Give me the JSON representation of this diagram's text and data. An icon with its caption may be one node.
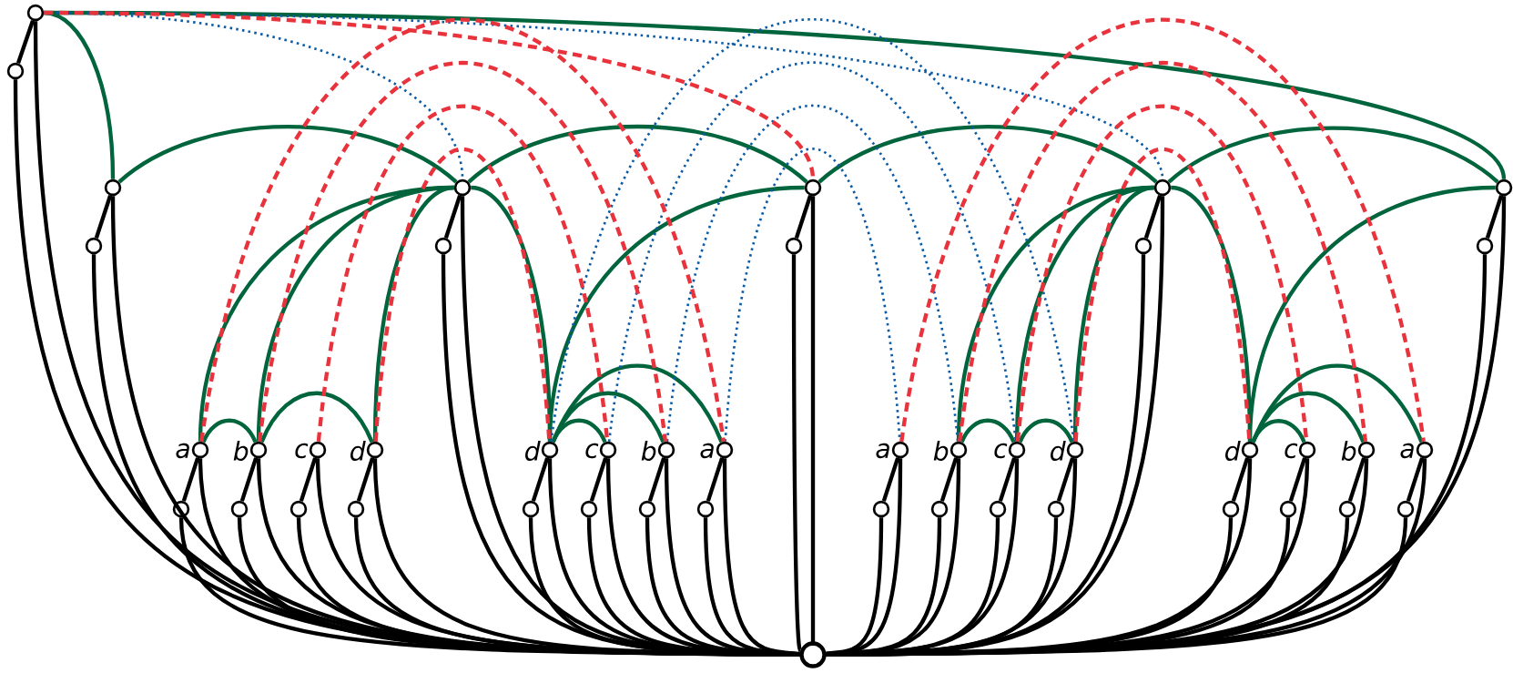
{
  "diagram": {
    "nodes": [
      {
        "text": [],
        "shape": "circle"
      },
      {
        "text": [],
        "shape": "circle"
      },
      {
        "text": [],
        "shape": "circle"
      },
      {
        "text": [],
        "shape": "circle"
      },
      {
        "text": [],
        "shape": "circle"
      },
      {
        "text": [],
        "shape": "circle"
      },
      {
        "text": [],
        "shape": "circle"
      },
      {
        "text": [],
        "shape": "circle"
      },
      {
        "text": [],
        "shape": "circle"
      },
      {
        "text": [],
        "shape": "circle"
      },
      {
        "text": [],
        "shape": "circle"
      },
      {
        "text": [],
        "shape": "circle"
      },
      {
        "text": [],
        "shape": "circle",
        "beside": [
          "a"
        ]
      },
      {
        "text": [],
        "shape": "circle",
        "beside": [
          "b"
        ]
      },
      {
        "text": [],
        "shape": "circle",
        "beside": [
          "c"
        ]
      },
      {
        "text": [],
        "shape": "circle",
        "beside": [
          "d"
        ]
      },
      {
        "text": [],
        "shape": "circle",
        "beside": [
          "d"
        ]
      },
      {
        "text": [],
        "shape": "circle",
        "beside": [
          "c"
        ]
      },
      {
        "text": [],
        "shape": "circle",
        "beside": [
          "b"
        ]
      },
      {
        "text": [],
        "shape": "circle",
        "beside": [
          "a"
        ]
      },
      {
        "text": [],
        "shape": "circle",
        "beside": [
          "a"
        ]
      },
      {
        "text": [],
        "shape": "circle",
        "beside": [
          "b"
        ]
      },
      {
        "text": [],
        "shape": "circle",
        "beside": [
          "c"
        ]
      },
      {
        "text": [],
        "shape": "circle",
        "beside": [
          "d"
        ]
      },
      {
        "text": [],
        "shape": "circle",
        "beside": [
          "d"
        ]
      },
      {
        "text": [],
        "shape": "circle",
        "beside": [
          "c"
        ]
      },
      {
        "text": [],
        "shape": "circle",
        "beside": [
          "b"
        ]
      },
      {
        "text": [],
        "shape": "circle",
        "beside": [
          "a"
        ]
      },
      {
        "text": [],
        "shape": "circle"
      },
      {
        "text": [],
        "shape": "circle"
      },
      {
        "text": [],
        "shape": "circle"
      },
      {
        "text": [],
        "shape": "circle"
      },
      {
        "text": [],
        "shape": "circle"
      },
      {
        "text": [],
        "shape": "circle"
      },
      {
        "text": [],
        "shape": "circle"
      },
      {
        "text": [],
        "shape": "circle"
      },
      {
        "text": [],
        "shape": "circle"
      },
      {
        "text": [],
        "shape": "circle"
      },
      {
        "text": [],
        "shape": "circle"
      },
      {
        "text": [],
        "shape": "circle"
      },
      {
        "text": [],
        "shape": "circle"
      },
      {
        "text": [],
        "shape": "circle"
      },
      {
        "text": [],
        "shape": "circle"
      },
      {
        "text": [],
        "shape": "circle"
      },
      {
        "text": [],
        "shape": "circle"
      }
    ],
    "edges": [
      {
        "from": 0,
        "to": 1,
        "arrow": "none"
      },
      {
        "from": 2,
        "to": 3,
        "arrow": "none"
      },
      {
        "from": 4,
        "to": 5,
        "arrow": "none"
      },
      {
        "from": 6,
        "to": 7,
        "arrow": "none"
      },
      {
        "from": 8,
        "to": 9,
        "arrow": "none"
      },
      {
        "from": 10,
        "to": 11,
        "arrow": "none"
      },
      {
        "from": 12,
        "to": 28,
        "arrow": "none"
      },
      {
        "from": 13,
        "to": 29,
        "arrow": "none"
      },
      {
        "from": 14,
        "to": 30,
        "arrow": "none"
      },
      {
        "from": 15,
        "to": 31,
        "arrow": "none"
      },
      {
        "from": 16,
        "to": 32,
        "arrow": "none"
      },
      {
        "from": 17,
        "to": 33,
        "arrow": "none"
      },
      {
        "from": 18,
        "to": 34,
        "arrow": "none"
      },
      {
        "from": 19,
        "to": 35,
        "arrow": "none"
      },
      {
        "from": 20,
        "to": 36,
        "arrow": "none"
      },
      {
        "from": 21,
        "to": 37,
        "arrow": "none"
      },
      {
        "from": 22,
        "to": 38,
        "arrow": "none"
      },
      {
        "from": 23,
        "to": 39,
        "arrow": "none"
      },
      {
        "from": 24,
        "to": 40,
        "arrow": "none"
      },
      {
        "from": 25,
        "to": 41,
        "arrow": "none"
      },
      {
        "from": 26,
        "to": 42,
        "arrow": "none"
      },
      {
        "from": 27,
        "to": 43,
        "arrow": "none"
      },
      {
        "from": 0,
        "to": 44,
        "arrow": "none"
      },
      {
        "from": 1,
        "to": 44,
        "arrow": "none"
      },
      {
        "from": 2,
        "to": 44,
        "arrow": "none"
      },
      {
        "from": 3,
        "to": 44,
        "arrow": "none"
      },
      {
        "from": 4,
        "to": 44,
        "arrow": "none"
      },
      {
        "from": 5,
        "to": 44,
        "arrow": "none"
      },
      {
        "from": 6,
        "to": 44,
        "arrow": "none"
      },
      {
        "from": 7,
        "to": 44,
        "arrow": "none"
      },
      {
        "from": 8,
        "to": 44,
        "arrow": "none"
      },
      {
        "from": 9,
        "to": 44,
        "arrow": "none"
      },
      {
        "from": 10,
        "to": 44,
        "arrow": "none"
      },
      {
        "from": 11,
        "to": 44,
        "arrow": "none"
      },
      {
        "from": 12,
        "to": 44,
        "arrow": "none"
      },
      {
        "from": 13,
        "to": 44,
        "arrow": "none"
      },
      {
        "from": 14,
        "to": 44,
        "arrow": "none"
      },
      {
        "from": 15,
        "to": 44,
        "arrow": "none"
      },
      {
        "from": 16,
        "to": 44,
        "arrow": "none"
      },
      {
        "from": 17,
        "to": 44,
        "arrow": "none"
      },
      {
        "from": 18,
        "to": 44,
        "arrow": "none"
      },
      {
        "from": 19,
        "to": 44,
        "arrow": "none"
      },
      {
        "from": 20,
        "to": 44,
        "arrow": "none"
      },
      {
        "from": 21,
        "to": 44,
        "arrow": "none"
      },
      {
        "from": 22,
        "to": 44,
        "arrow": "none"
      },
      {
        "from": 23,
        "to": 44,
        "arrow": "none"
      },
      {
        "from": 24,
        "to": 44,
        "arrow": "none"
      },
      {
        "from": 25,
        "to": 44,
        "arrow": "none"
      },
      {
        "from": 26,
        "to": 44,
        "arrow": "none"
      },
      {
        "from": 27,
        "to": 44,
        "arrow": "none"
      },
      {
        "from": 28,
        "to": 44,
        "arrow": "none"
      },
      {
        "from": 29,
        "to": 44,
        "arrow": "none"
      },
      {
        "from": 30,
        "to": 44,
        "arrow": "none"
      },
      {
        "from": 31,
        "to": 44,
        "arrow": "none"
      },
      {
        "from": 32,
        "to": 44,
        "arrow": "none"
      },
      {
        "from": 33,
        "to": 44,
        "arrow": "none"
      },
      {
        "from": 34,
        "to": 44,
        "arrow": "none"
      },
      {
        "from": 35,
        "to": 44,
        "arrow": "none"
      },
      {
        "from": 36,
        "to": 44,
        "arrow": "none"
      },
      {
        "from": 37,
        "to": 44,
        "arrow": "none"
      },
      {
        "from": 38,
        "to": 44,
        "arrow": "none"
      },
      {
        "from": 39,
        "to": 44,
        "arrow": "none"
      },
      {
        "from": 40,
        "to": 44,
        "arrow": "none"
      },
      {
        "from": 41,
        "to": 44,
        "arrow": "none"
      },
      {
        "from": 42,
        "to": 44,
        "arrow": "none"
      },
      {
        "from": 43,
        "to": 44,
        "arrow": "none"
      },
      {
        "from": 0,
        "to": 2,
        "arrow": "none",
        "color": "#00643c"
      },
      {
        "from": 0,
        "to": 10,
        "arrow": "none",
        "color": "#00643c"
      },
      {
        "from": 2,
        "to": 4,
        "arrow": "none",
        "color": "#00643c"
      },
      {
        "from": 4,
        "to": 6,
        "arrow": "none",
        "color": "#00643c"
      },
      {
        "from": 6,
        "to": 8,
        "arrow": "none",
        "color": "#00643c"
      },
      {
        "from": 8,
        "to": 10,
        "arrow": "none",
        "color": "#00643c"
      },
      {
        "from": 4,
        "to": 12,
        "arrow": "none",
        "color": "#00643c"
      },
      {
        "from": 4,
        "to": 13,
        "arrow": "none",
        "color": "#00643c"
      },
      {
        "from": 4,
        "to": 15,
        "arrow": "none",
        "color": "#00643c"
      },
      {
        "from": 4,
        "to": 16,
        "arrow": "none",
        "color": "#00643c"
      },
      {
        "from": 6,
        "to": 16,
        "arrow": "none",
        "color": "#00643c"
      },
      {
        "from": 12,
        "to": 13,
        "arrow": "none",
        "color": "#00643c"
      },
      {
        "from": 13,
        "to": 15,
        "arrow": "none",
        "color": "#00643c"
      },
      {
        "from": 16,
        "to": 17,
        "arrow": "none",
        "color": "#00643c"
      },
      {
        "from": 16,
        "to": 18,
        "arrow": "none",
        "color": "#00643c"
      },
      {
        "from": 16,
        "to": 19,
        "arrow": "none",
        "color": "#00643c"
      },
      {
        "from": 8,
        "to": 21,
        "arrow": "none",
        "color": "#00643c"
      },
      {
        "from": 8,
        "to": 22,
        "arrow": "none",
        "color": "#00643c"
      },
      {
        "from": 8,
        "to": 23,
        "arrow": "none",
        "color": "#00643c"
      },
      {
        "from": 8,
        "to": 24,
        "arrow": "none",
        "color": "#00643c"
      },
      {
        "from": 10,
        "to": 24,
        "arrow": "none",
        "color": "#00643c"
      },
      {
        "from": 21,
        "to": 22,
        "arrow": "none",
        "color": "#00643c"
      },
      {
        "from": 22,
        "to": 23,
        "arrow": "none",
        "color": "#00643c"
      },
      {
        "from": 24,
        "to": 25,
        "arrow": "none",
        "color": "#00643c"
      },
      {
        "from": 24,
        "to": 26,
        "arrow": "none",
        "color": "#00643c"
      },
      {
        "from": 24,
        "to": 27,
        "arrow": "none",
        "color": "#00643c"
      },
      {
        "from": 0,
        "to": 4,
        "arrow": "none",
        "style": "dashed",
        "color": "#0a5aa5"
      },
      {
        "from": 0,
        "to": 8,
        "arrow": "none",
        "style": "dashed",
        "color": "#0a5aa5"
      },
      {
        "from": 16,
        "to": 23,
        "arrow": "none",
        "style": "dashed",
        "color": "#0a5aa5"
      },
      {
        "from": 17,
        "to": 22,
        "arrow": "none",
        "style": "dashed",
        "color": "#0a5aa5"
      },
      {
        "from": 18,
        "to": 21,
        "arrow": "none",
        "style": "dashed",
        "color": "#0a5aa5"
      },
      {
        "from": 19,
        "to": 20,
        "arrow": "none",
        "style": "dashed",
        "color": "#0a5aa5"
      },
      {
        "from": 0,
        "to": 6,
        "arrow": "none",
        "style": "dashed",
        "color": "#e8323c"
      },
      {
        "from": 12,
        "to": 19,
        "arrow": "none",
        "style": "dashed",
        "color": "#e8323c"
      },
      {
        "from": 13,
        "to": 18,
        "arrow": "none",
        "style": "dashed",
        "color": "#e8323c"
      },
      {
        "from": 14,
        "to": 17,
        "arrow": "none",
        "style": "dashed",
        "color": "#e8323c"
      },
      {
        "from": 15,
        "to": 16,
        "arrow": "none",
        "style": "dashed",
        "color": "#e8323c"
      },
      {
        "from": 20,
        "to": 27,
        "arrow": "none",
        "style": "dashed",
        "color": "#e8323c"
      },
      {
        "from": 21,
        "to": 26,
        "arrow": "none",
        "style": "dashed",
        "color": "#e8323c"
      },
      {
        "from": 22,
        "to": 25,
        "arrow": "none",
        "style": "dashed",
        "color": "#e8323c"
      },
      {
        "from": 23,
        "to": 24,
        "arrow": "none",
        "style": "dashed",
        "color": "#e8323c"
      }
    ]
  }
}
